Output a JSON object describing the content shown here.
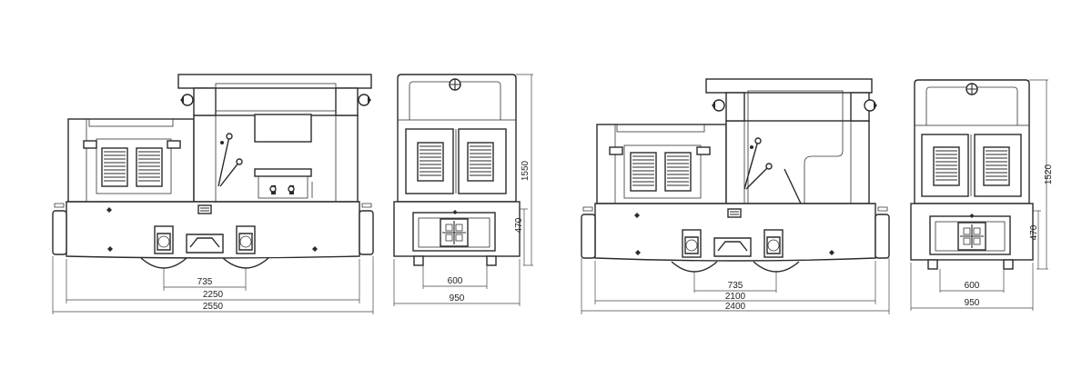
{
  "figure_a": {
    "side_dims": {
      "wheelbase": "735",
      "inner_length": "2250",
      "overall_length": "2550"
    },
    "end_dims": {
      "gauge": "600",
      "width": "950",
      "height": "1550",
      "buffer_height": "470"
    }
  },
  "figure_b": {
    "side_dims": {
      "wheelbase": "735",
      "inner_length": "2100",
      "overall_length": "2400"
    },
    "end_dims": {
      "gauge": "600",
      "width": "950",
      "height": "1520",
      "buffer_height": "470"
    }
  },
  "colors": {
    "line": "#2a2a2a",
    "background": "#ffffff"
  }
}
